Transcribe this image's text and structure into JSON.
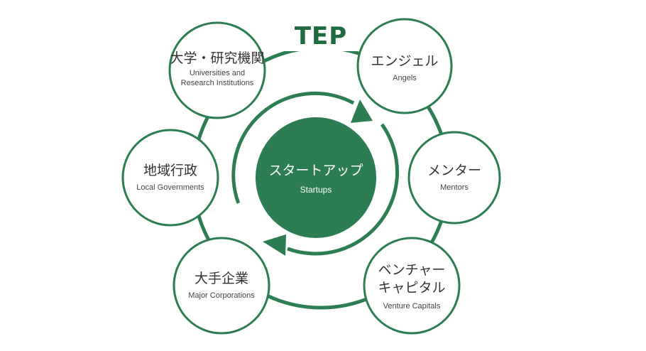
{
  "brand": {
    "title": "TEP"
  },
  "colors": {
    "primary": "#2c7d52",
    "dark": "#1e6b3f",
    "text": "#333333"
  },
  "center": {
    "jp": "スタートアップ",
    "en": "Startups"
  },
  "nodes": [
    {
      "jp": [
        "大学・研究機関"
      ],
      "en": [
        "Universities and",
        "Research Institutions"
      ]
    },
    {
      "jp": [
        "エンジェル"
      ],
      "en": [
        "Angels"
      ]
    },
    {
      "jp": [
        "メンター"
      ],
      "en": [
        "Mentors"
      ]
    },
    {
      "jp": [
        "ベンチャー",
        "キャピタル"
      ],
      "en": [
        "Venture Capitals"
      ]
    },
    {
      "jp": [
        "大手企業"
      ],
      "en": [
        "Major Corporations"
      ]
    },
    {
      "jp": [
        "地域行政"
      ],
      "en": [
        "Local Governments"
      ]
    }
  ]
}
